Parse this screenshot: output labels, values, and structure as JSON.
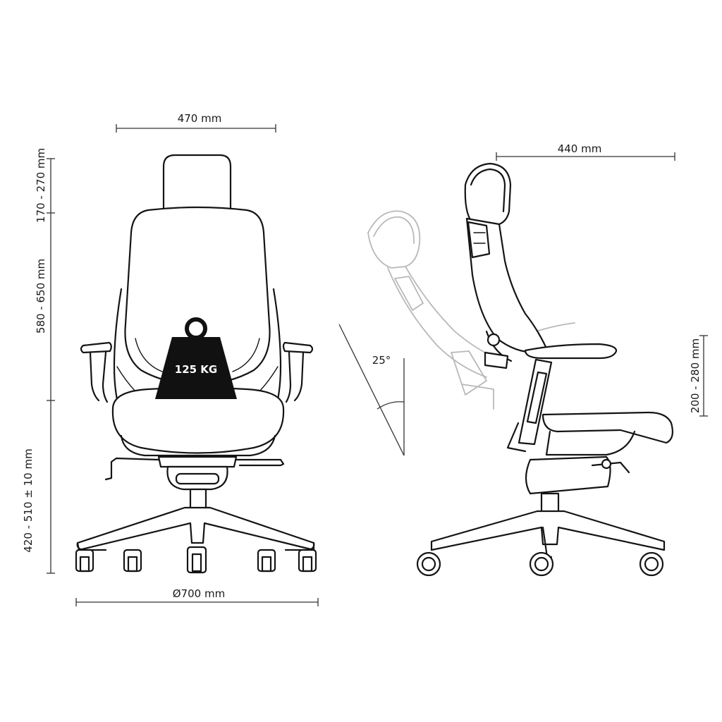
{
  "front_view": {
    "width_label": "470 mm",
    "base_diameter_label": "Ø700 mm",
    "headrest_height_label": "170 - 270 mm",
    "backrest_height_label": "580 - 650 mm",
    "seat_height_label": "420 - 510  ± 10 mm",
    "max_load_label": "125 KG"
  },
  "side_view": {
    "depth_label": "440 mm",
    "recline_angle_label": "25°",
    "armrest_height_label": "200 - 280 mm"
  }
}
